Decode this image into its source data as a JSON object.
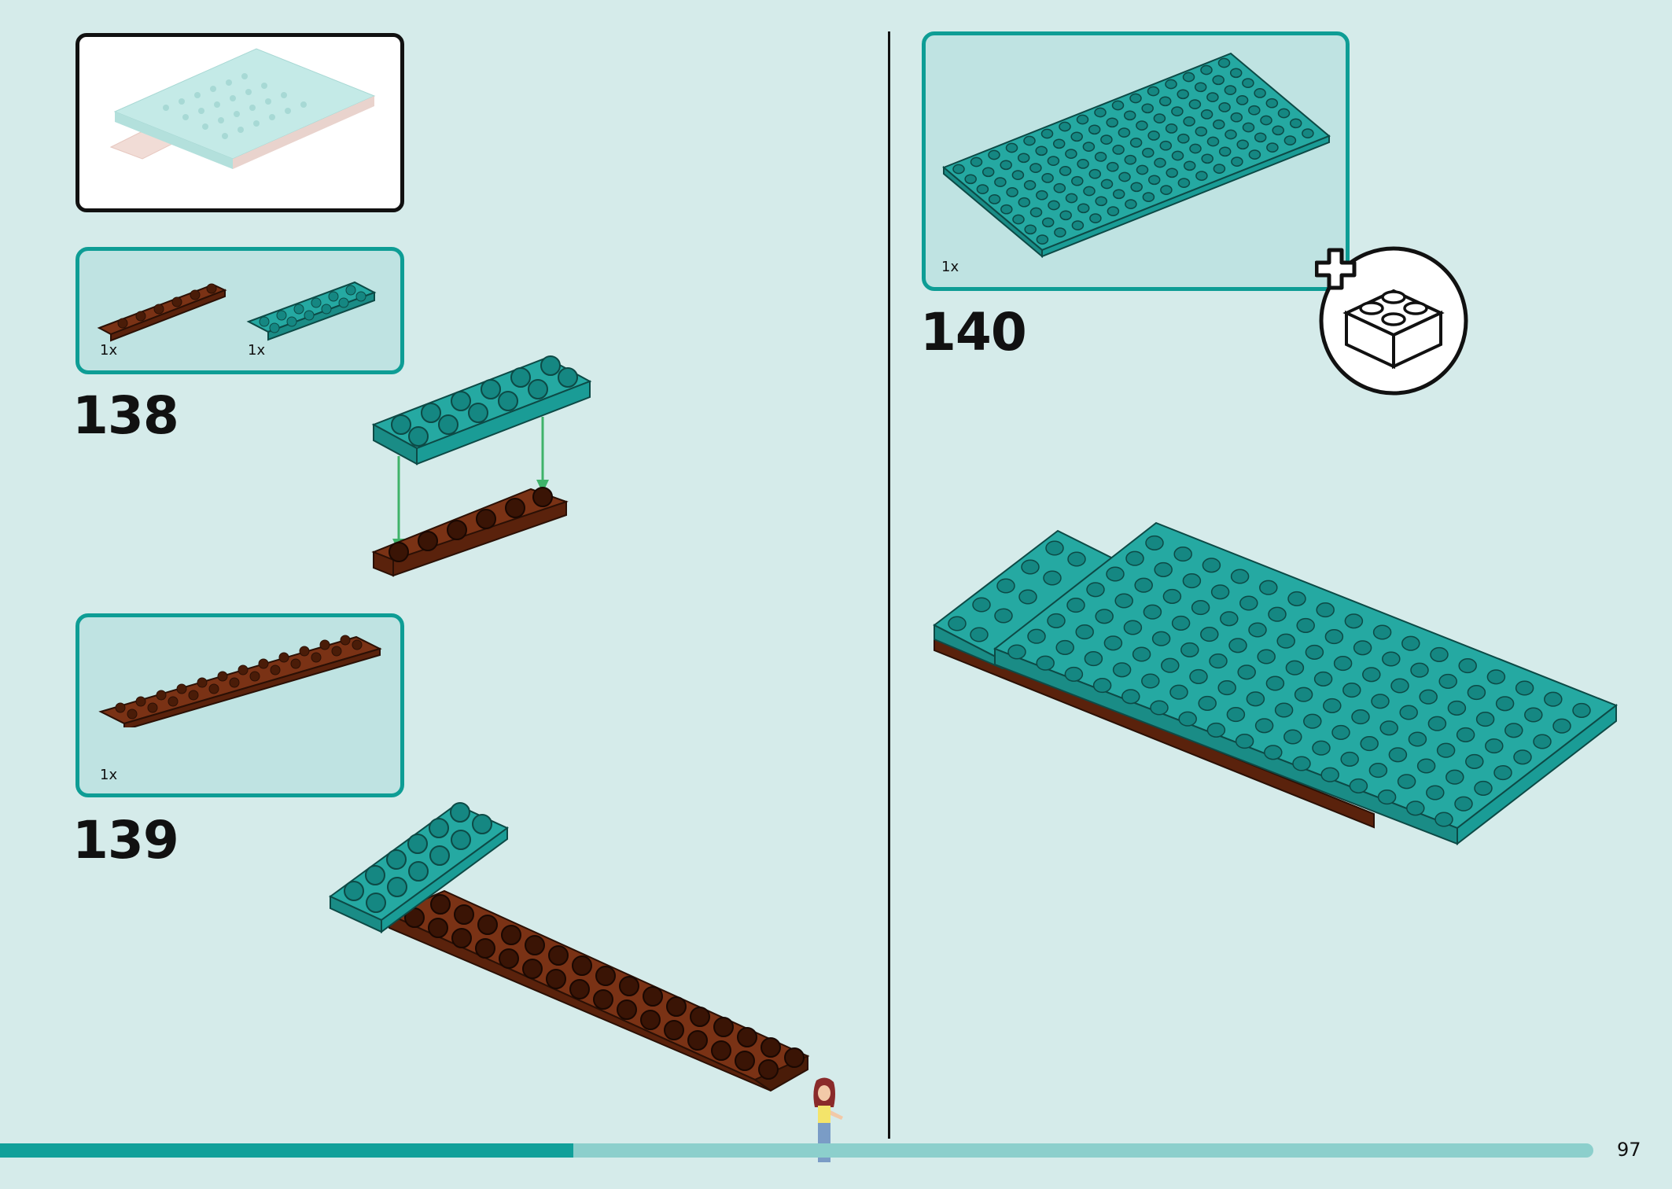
{
  "steps": [
    {
      "number": "138",
      "parts": [
        {
          "qty": "1x",
          "color": "#6b2a12"
        },
        {
          "qty": "1x",
          "color": "#1a9c96"
        }
      ]
    },
    {
      "number": "139",
      "parts": [
        {
          "qty": "1x",
          "color": "#6b2a12"
        }
      ]
    },
    {
      "number": "140",
      "parts": [
        {
          "qty": "1x",
          "color": "#1a9c96"
        }
      ]
    }
  ],
  "page": {
    "number": "97",
    "progress": 0.36
  },
  "colors": {
    "teal": "#1a9c96",
    "brown": "#6b2a12",
    "background": "#d5ebea",
    "box_border": "#0e9d95"
  },
  "icons": [
    "new-bag-plus-icon",
    "down-arrow-icon"
  ]
}
